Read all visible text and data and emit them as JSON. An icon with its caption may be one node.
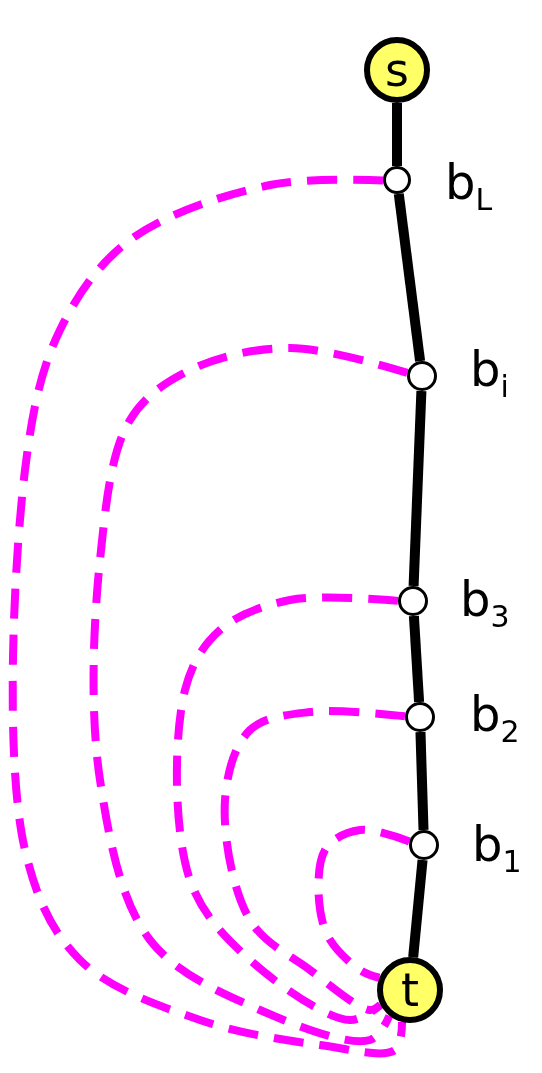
{
  "diagram": {
    "nodes": [
      {
        "text": [
          "s"
        ]
      },
      {
        "text": [],
        "shape": "circle",
        "beside": [
          "b$_{L}$"
        ]
      },
      {
        "text": [],
        "shape": "circle",
        "beside": [
          "b$_{i}$"
        ]
      },
      {
        "text": [],
        "shape": "circle",
        "beside": [
          "b$_{3}$"
        ]
      },
      {
        "text": [],
        "shape": "circle",
        "beside": [
          "b$_{2}$"
        ]
      },
      {
        "text": [],
        "shape": "circle",
        "beside": [
          "b$_{1}$"
        ]
      },
      {
        "text": [
          "t"
        ]
      }
    ],
    "edges": [
      {
        "from": 0,
        "to": 1,
        "arrow": "none"
      },
      {
        "from": 1,
        "to": 2,
        "arrow": "none"
      },
      {
        "from": 2,
        "to": 3,
        "arrow": "none"
      },
      {
        "from": 3,
        "to": 4,
        "arrow": "none"
      },
      {
        "from": 4,
        "to": 5,
        "arrow": "none"
      },
      {
        "from": 5,
        "to": 6,
        "arrow": "none"
      },
      {
        "from": 1,
        "to": 6,
        "arrow": "none",
        "style": "dashed",
        "color": "#ff00ff"
      },
      {
        "from": 2,
        "to": 6,
        "arrow": "none",
        "style": "dashed",
        "color": "#ff00ff"
      },
      {
        "from": 3,
        "to": 6,
        "arrow": "none",
        "style": "dashed",
        "color": "#ff00ff"
      },
      {
        "from": 4,
        "to": 6,
        "arrow": "none",
        "style": "dashed",
        "color": "#ff00ff"
      },
      {
        "from": 5,
        "to": 6,
        "arrow": "none",
        "style": "dashed",
        "color": "#ff00ff"
      }
    ]
  }
}
